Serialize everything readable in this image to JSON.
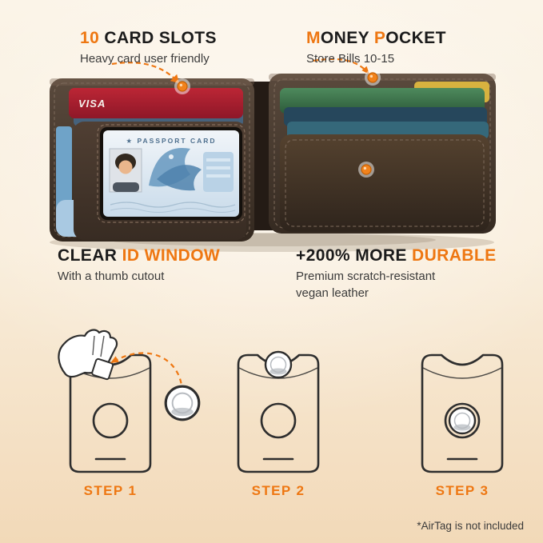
{
  "palette": {
    "accent": "#ee7712",
    "heading": "#1b1b1b",
    "subtext": "#3b3b3b"
  },
  "callouts": {
    "card_slots": {
      "highlight": "10",
      "title": " CARD SLOTS",
      "subtitle": "Heavy card user friendly"
    },
    "money_pocket": {
      "hl1": "M",
      "t1": "ONEY ",
      "hl2": "P",
      "t2": "OCKET",
      "subtitle": "Store Bills 10-15"
    },
    "id_window": {
      "t1": "CLEAR ",
      "highlight": "ID WINDOW",
      "subtitle": "With a thumb cutout"
    },
    "durable": {
      "t1": "+200% MORE ",
      "highlight": "DURABLE",
      "subtitle_line1": "Premium scratch-resistant",
      "subtitle_line2": "vegan leather"
    }
  },
  "wallet": {
    "visa_card": "VISA",
    "passport_card": "★ PASSPORT CARD"
  },
  "steps": {
    "step1": "STEP 1",
    "step2": "STEP 2",
    "step3": "STEP 3"
  },
  "footnote": "*AirTag is not included"
}
